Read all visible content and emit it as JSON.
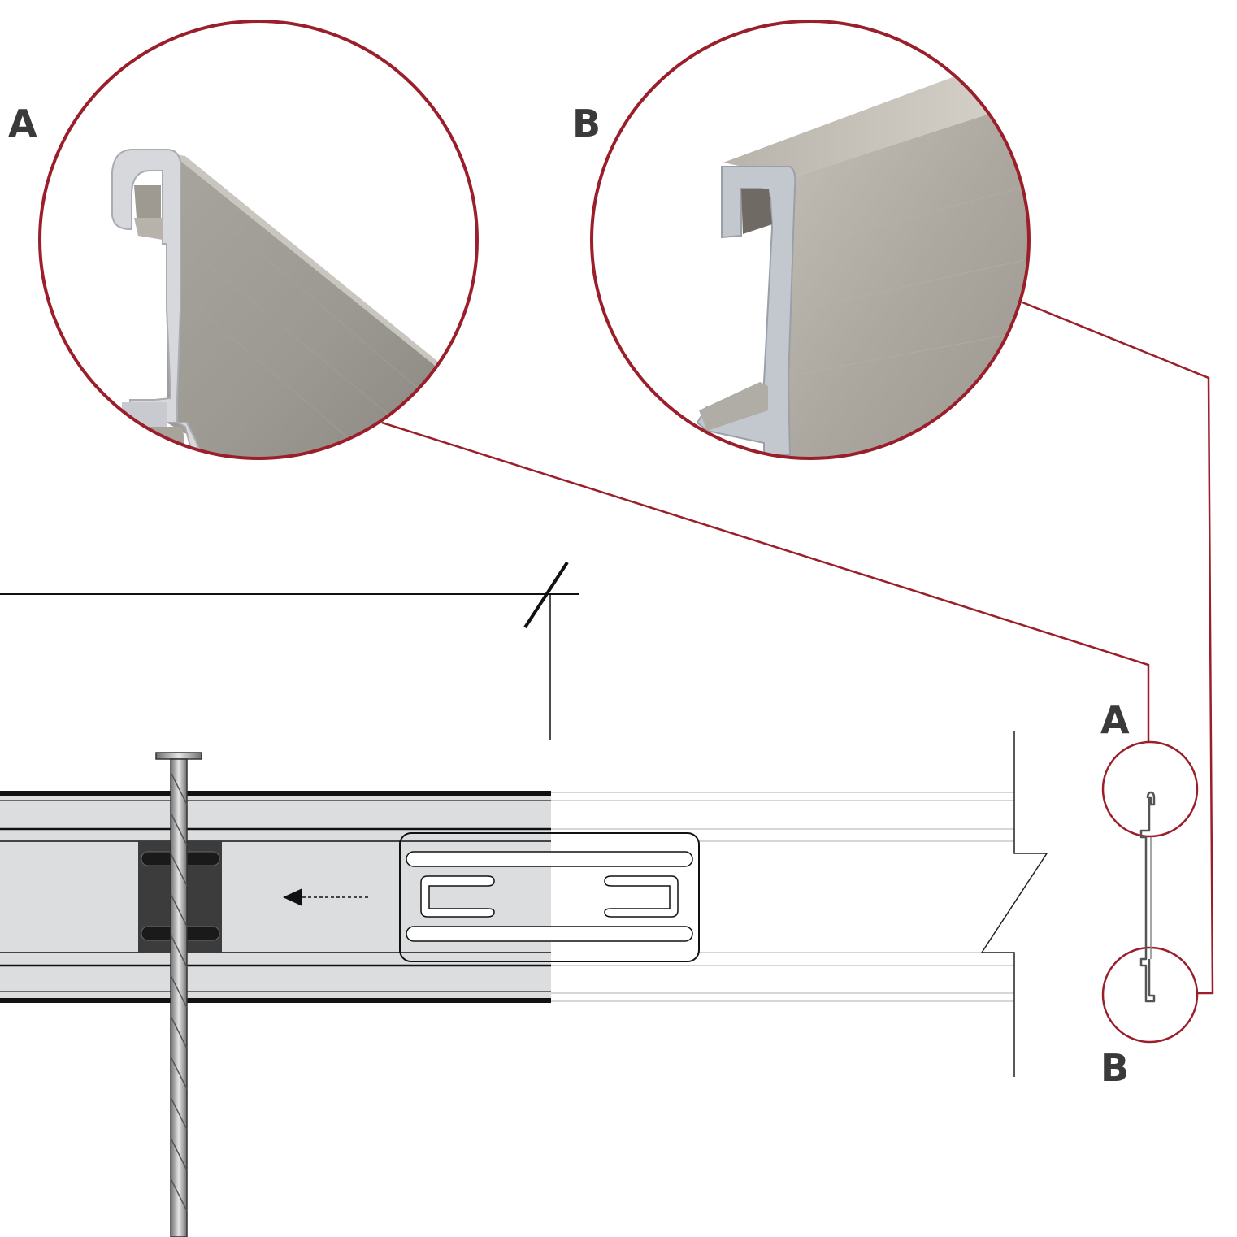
{
  "labels": {
    "detail_a_top": "A",
    "detail_b_top": "B",
    "detail_a_side": "A",
    "detail_b_side": "B"
  },
  "colors": {
    "callout_line": "#9a1f2a",
    "rail_fill": "#dcdddf",
    "rail_dark": "#111111",
    "clip_dark": "#3c3c3c",
    "metal_light": "#d9dbdd",
    "metal_mid": "#b9b6b0",
    "metal_dark": "#8e8a84",
    "label_text": "#3a3a3a"
  },
  "icons": {
    "nail": "nail-icon",
    "arrow": "arrow-left-icon",
    "break": "break-line-icon"
  }
}
